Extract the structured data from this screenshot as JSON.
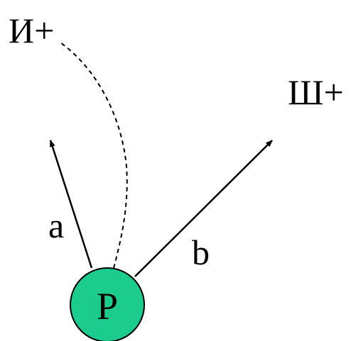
{
  "labels": {
    "top_left": "И+",
    "top_right": "Ш+",
    "vector_a": "a",
    "vector_b": "b",
    "node": "P"
  },
  "colors": {
    "node_fill": "#1ccc8f",
    "stroke": "#000000",
    "background": "#ffffff"
  }
}
